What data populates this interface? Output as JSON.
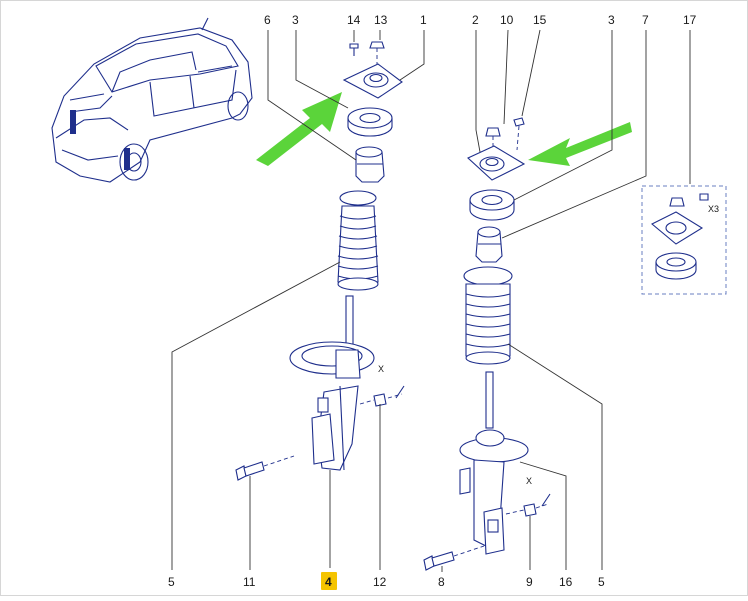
{
  "diagram": {
    "callouts": {
      "c6": "6",
      "c3a": "3",
      "c14": "14",
      "c13": "13",
      "c1": "1",
      "c2": "2",
      "c10": "10",
      "c15": "15",
      "c3b": "3",
      "c7": "7",
      "c17": "17",
      "c5a": "5",
      "c11": "11",
      "c4": "4",
      "c12": "12",
      "c8": "8",
      "c9": "9",
      "c16": "16",
      "c5b": "5"
    },
    "qty_label": "X3",
    "x_mark_left": "X",
    "x_mark_right": "X",
    "highlighted_callout": "4",
    "colors": {
      "line": "#1f2f8c",
      "arrow": "#5bd43a",
      "highlight": "#f5c400",
      "leader": "#333333"
    }
  }
}
